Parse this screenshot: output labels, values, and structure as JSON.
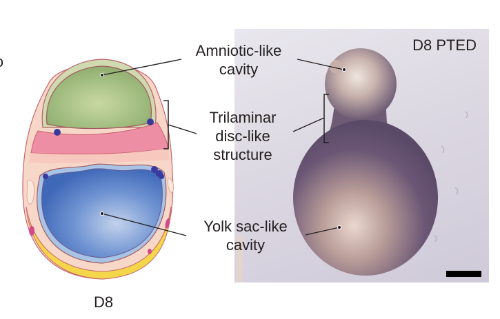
{
  "figure": {
    "schematic_caption": "D8",
    "photo_title": "D8 PTED",
    "labels": {
      "amniotic": [
        "Amniotic-like",
        "cavity"
      ],
      "trilaminar": [
        "Trilaminar",
        "disc-like",
        "structure"
      ],
      "yolk_sac": [
        "Yolk sac-like",
        "cavity"
      ]
    },
    "scale_bar": "scale-bar"
  },
  "colors": {
    "amniotic_cavity": "#a9c28a",
    "amnion_ring": "#cfd9a8",
    "trilaminar_disc": "#ef8fa6",
    "yolk_sac": "#4f79c6",
    "yolk_sac_ring": "#a7c3e6",
    "outer_layer": "#f7d6c4",
    "yolk_band": "#f4d64a",
    "cell_dots": "#3a3a9e",
    "photo_background": "#dcd8e2",
    "embryo_tissue": "#6f5f78"
  }
}
